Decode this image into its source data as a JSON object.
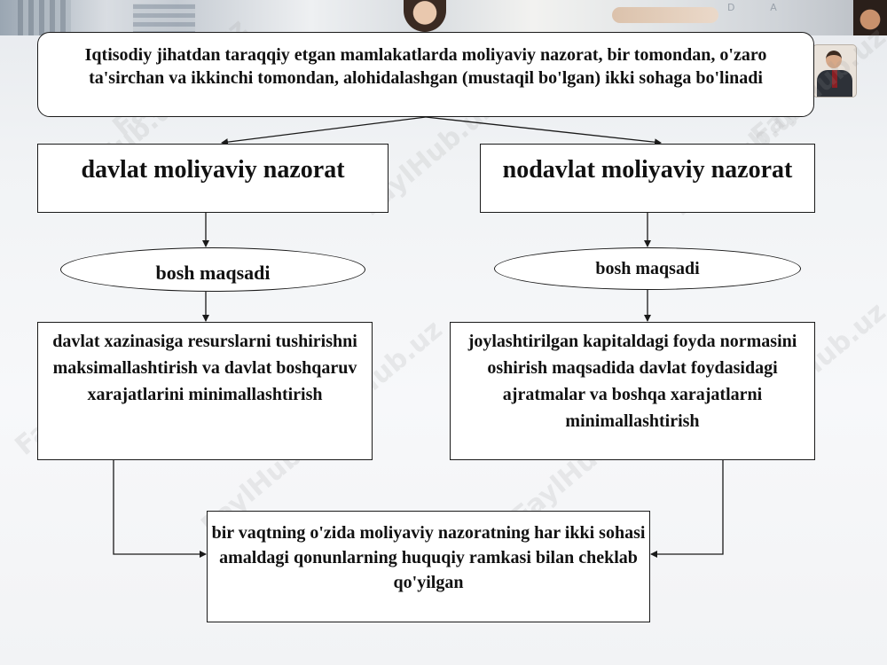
{
  "diagram": {
    "top_box": "Iqtisodiy jihatdan taraqqiy etgan mamlakatlarda moliyaviy nazorat, bir tomondan, o'zaro  ta'sirchan va ikkinchi tomondan, alohidalashgan (mustaqil bo'lgan) ikki sohaga bo'linadi",
    "left_branch": {
      "heading": "davlat moliyaviy nazorat",
      "goal_label": "bosh maqsadi",
      "goal_text": "davlat xazinasiga resurslarni tushirishni maksimallashtirish va davlat boshqaruv xarajatlarini minimallashtirish"
    },
    "right_branch": {
      "heading": "nodavlat moliyaviy nazorat",
      "goal_label": "bosh maqsadi",
      "goal_text": "joylashtirilgan kapitaldagi foyda normasini oshirish maqsadida davlat foydasidagi ajratmalar va boshqa xarajatlarni minimallashtirish"
    },
    "bottom_box": "bir vaqtning o'zida moliyaviy nazoratning har ikki sohasi amaldagi qonunlarning huquqiy ramkasi bilan cheklab qo'yilgan"
  },
  "watermark": "FaylHub.uz",
  "colors": {
    "box_fill": "#ffffff",
    "line": "#1a1a1a",
    "text": "#111111"
  }
}
